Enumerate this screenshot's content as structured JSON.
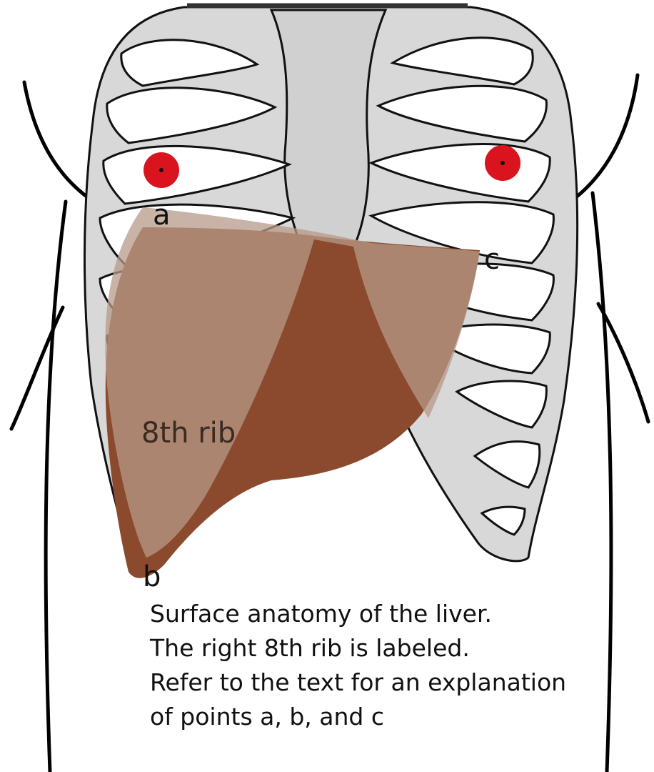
{
  "labels": {
    "point_a": "a",
    "point_b": "b",
    "point_c": "c",
    "rib": "8th rib"
  },
  "caption": [
    "Surface anatomy of the liver.",
    "The right 8th rib is labeled.",
    "Refer to the text for an explanation",
    "of points a, b, and c"
  ],
  "colors": {
    "liver": "#8b4a2e",
    "liver_overlay": "#b79a88",
    "bone": "#d8d8d8",
    "nipple": "#d9141e",
    "outline": "#111111"
  }
}
